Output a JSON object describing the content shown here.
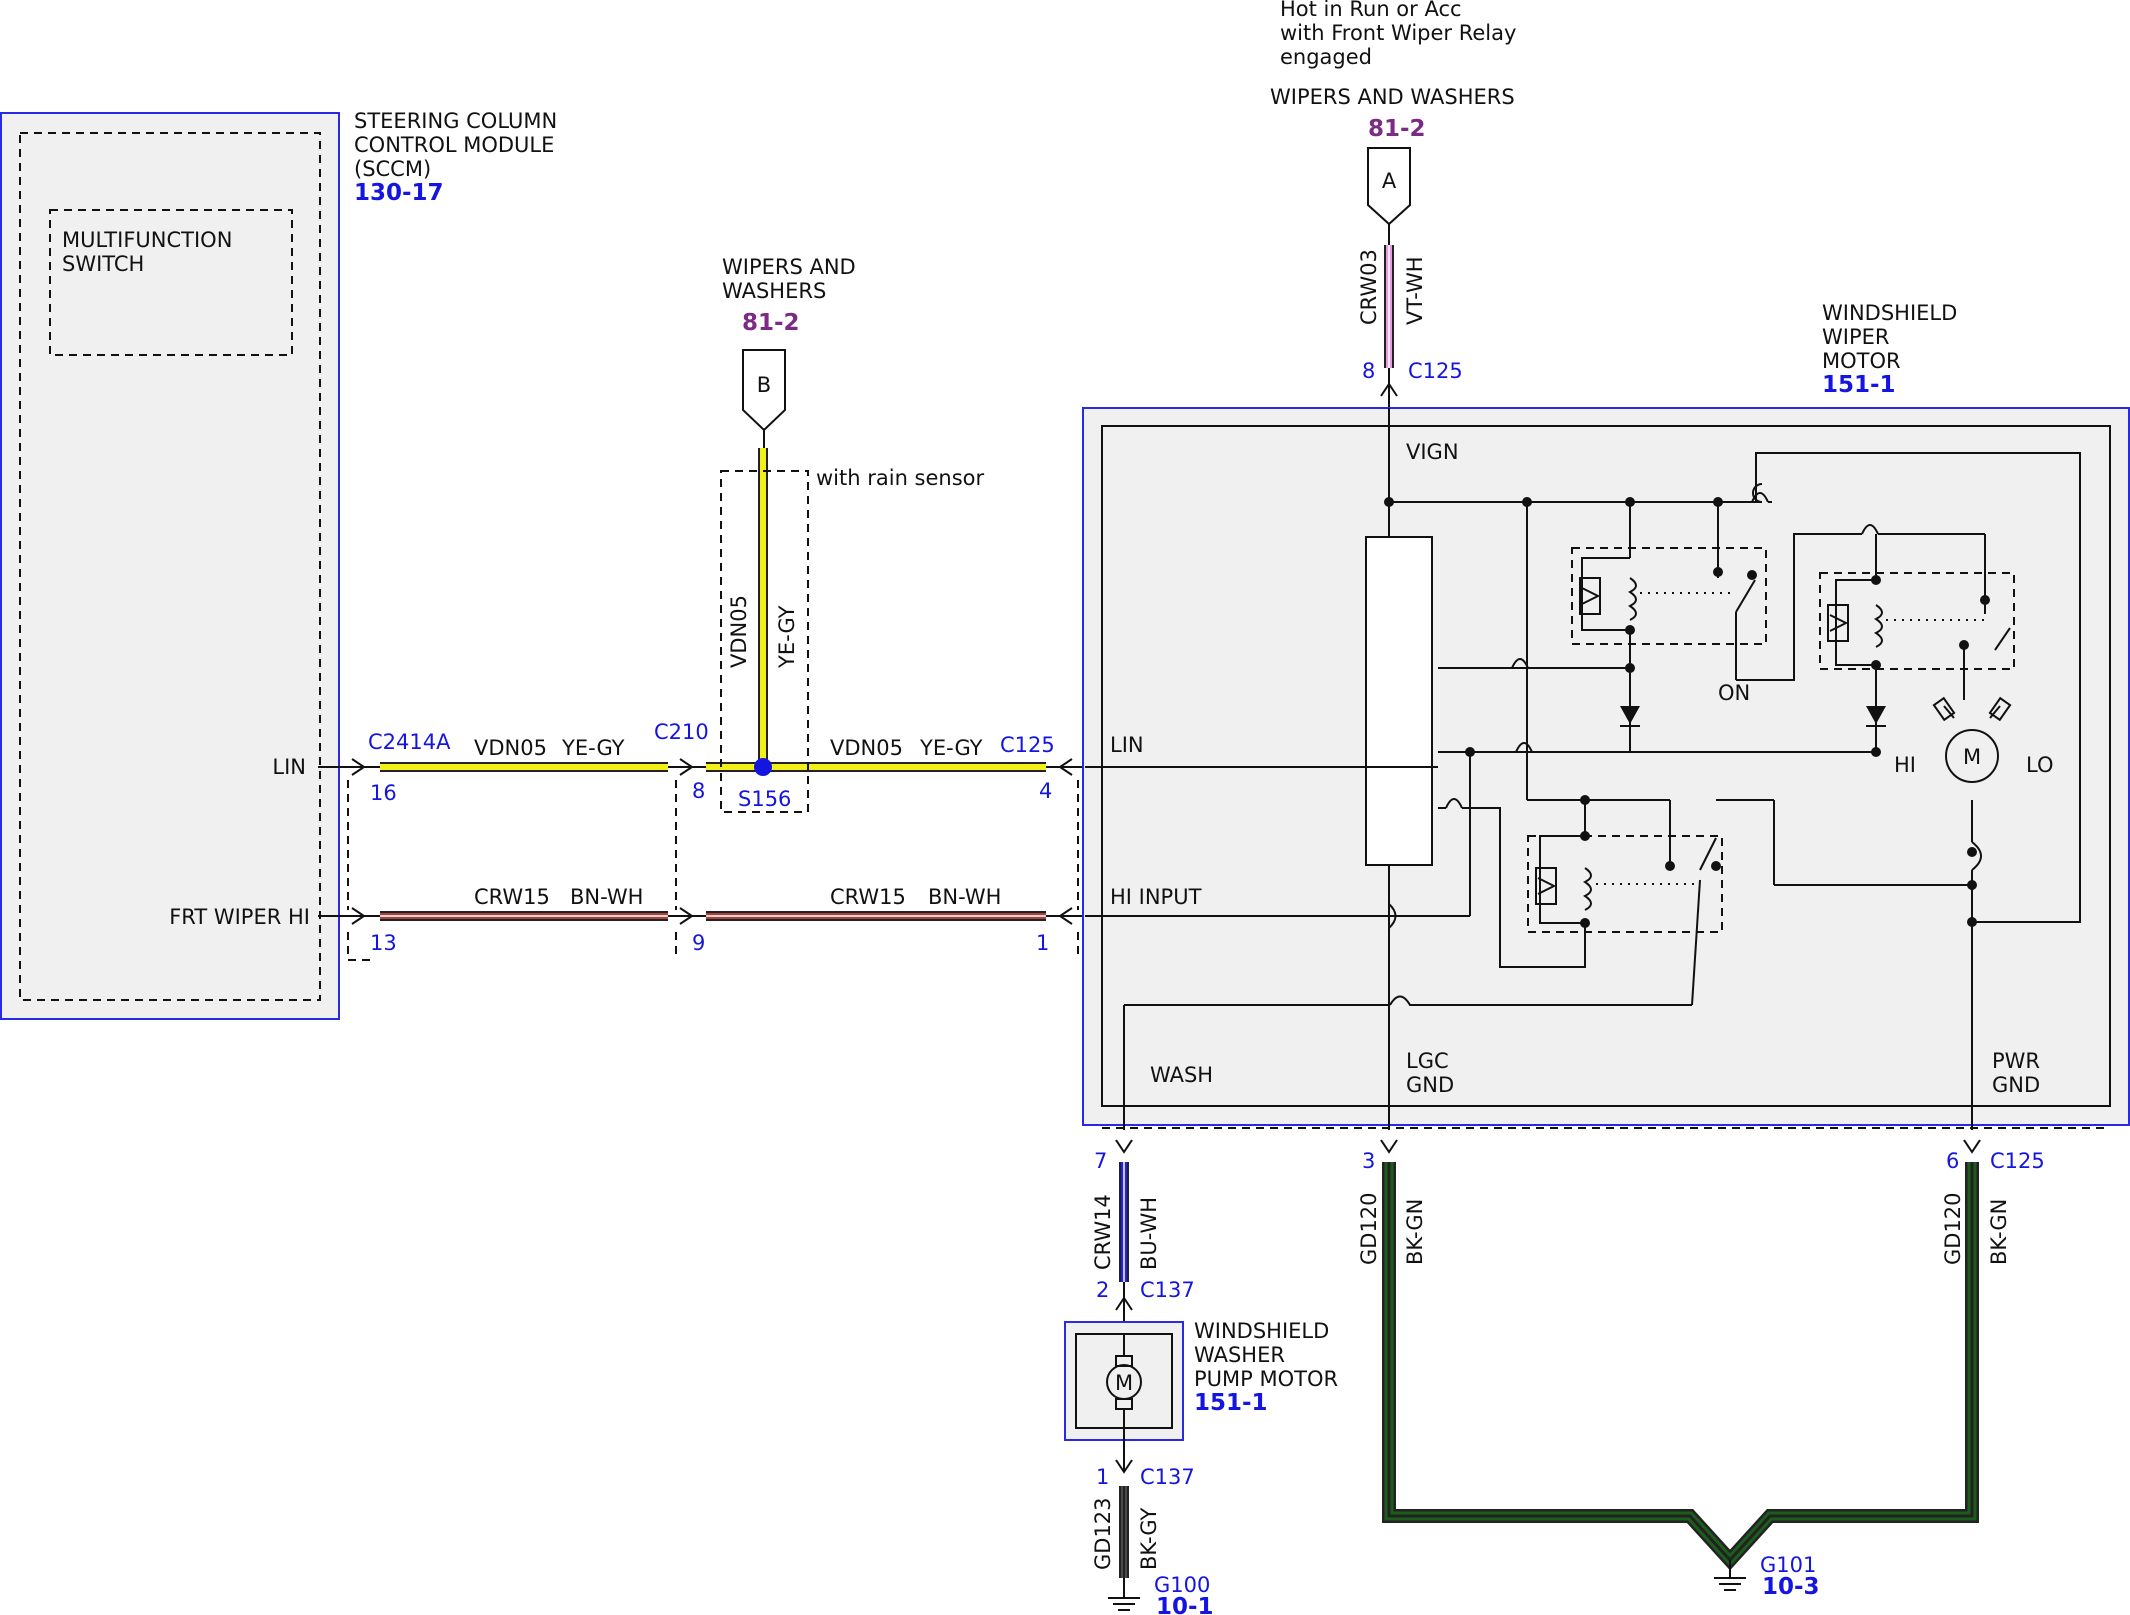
{
  "colors": {
    "yellow_wire": "#f3ef19",
    "brown_wire": "#a4423c",
    "pink_wire": "#e59ae6",
    "blue_wire": "#2020ef",
    "green_wire": "#1b5d1b",
    "label_blue": "#1515e0",
    "label_purple": "#7b2a86"
  },
  "top_note": [
    "Hot in Run or Acc",
    "with Front Wiper Relay",
    "engaged"
  ],
  "ref_a": {
    "title": "WIPERS AND WASHERS",
    "page": "81-2",
    "letter": "A"
  },
  "ref_b": {
    "title_line1": "WIPERS AND",
    "title_line2": "WASHERS",
    "page": "81-2",
    "letter": "B"
  },
  "sccm": {
    "title": [
      "STEERING COLUMN",
      "CONTROL MODULE",
      "(SCCM)"
    ],
    "ref": "130-17",
    "switch_label": [
      "MULTIFUNCTION",
      "SWITCH"
    ],
    "pin_lin": "LIN",
    "pin_frt": "FRT WIPER HI"
  },
  "rain_sensor_note": "with rain sensor",
  "connectors": {
    "c2414a": "C2414A",
    "c2414a_pin_lin": "16",
    "c2414a_pin_hi": "13",
    "c210": "C210",
    "c210_pin_lin": "8",
    "c210_pin_hi": "9",
    "splice": "S156",
    "c125_left": "C125",
    "c125_pin_lin": "4",
    "c125_pin_hi": "1",
    "c125_top": "C125",
    "c125_pin_top": "8",
    "c125_bottom": "C125",
    "c125_pin_wash": "7",
    "c125_pin_lgc": "3",
    "c125_pin_pwr": "6",
    "c137_top": "C137",
    "c137_pin_top": "2",
    "c137_bottom": "C137",
    "c137_pin_bottom": "1"
  },
  "wires": {
    "lin_left": {
      "circuit": "VDN05",
      "color": "YE-GY"
    },
    "lin_right": {
      "circuit": "VDN05",
      "color": "YE-GY"
    },
    "lin_vertical": {
      "circuit": "VDN05",
      "color": "YE-GY"
    },
    "hi_left": {
      "circuit": "CRW15",
      "color": "BN-WH"
    },
    "hi_right": {
      "circuit": "CRW15",
      "color": "BN-WH"
    },
    "vign": {
      "circuit": "CRW03",
      "color": "VT-WH"
    },
    "wash": {
      "circuit": "CRW14",
      "color": "BU-WH"
    },
    "pump_gnd": {
      "circuit": "GD123",
      "color": "BK-GY"
    },
    "lgc_gnd": {
      "circuit": "GD120",
      "color": "BK-GN"
    },
    "pwr_gnd": {
      "circuit": "GD120",
      "color": "BK-GN"
    }
  },
  "motor": {
    "title": [
      "WINDSHIELD",
      "WIPER",
      "MOTOR"
    ],
    "ref": "151-1",
    "vign": "VIGN",
    "lin": "LIN",
    "hi_input": "HI INPUT",
    "wash": "WASH",
    "lgc_gnd": [
      "LGC",
      "GND"
    ],
    "pwr_gnd": [
      "PWR",
      "GND"
    ],
    "on": "ON",
    "hi": "HI",
    "lo": "LO",
    "m": "M"
  },
  "pump": {
    "title": [
      "WINDSHIELD",
      "WASHER",
      "PUMP MOTOR"
    ],
    "ref": "151-1",
    "m": "M"
  },
  "grounds": {
    "g100": "G100",
    "g100_ref": "10-1",
    "g101": "G101",
    "g101_ref": "10-3"
  }
}
